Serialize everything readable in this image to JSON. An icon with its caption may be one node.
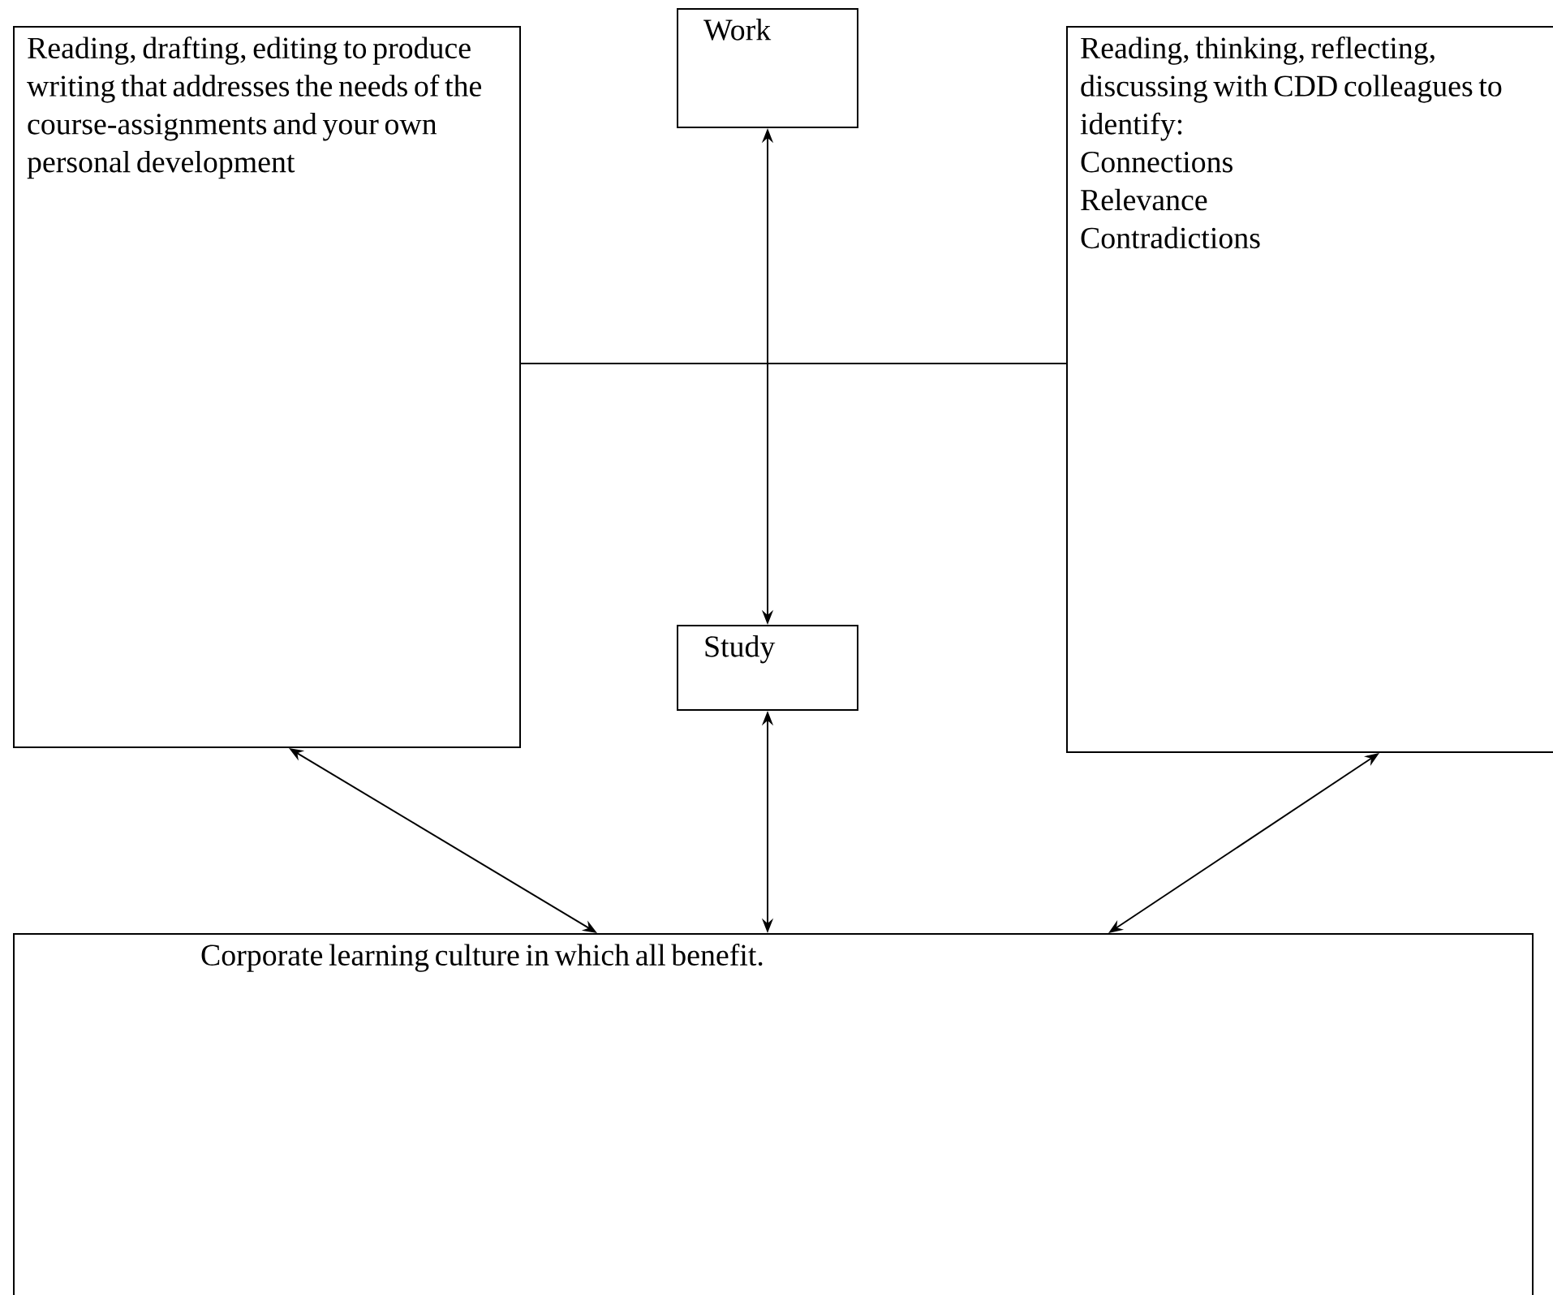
{
  "diagram": {
    "nodes": [
      {
        "text": [
          "Reading, drafting, editing to produce writing that addresses the needs of the course-assignments and your own personal development"
        ]
      },
      {
        "text": [
          "Work"
        ]
      },
      {
        "text": [
          "Reading, thinking, reflecting, discussing with CDD colleagues to identify:",
          "Connections",
          "Relevance",
          "Contradictions"
        ]
      },
      {
        "text": [
          "Study"
        ]
      },
      {
        "text": [
          "Corporate learning culture in which all benefit."
        ]
      }
    ],
    "edges": [
      {
        "from": 1,
        "to": 3,
        "arrow": "both"
      },
      {
        "from": 0,
        "to": 2,
        "arrow": "none"
      },
      {
        "from": 0,
        "to": 4,
        "arrow": "both"
      },
      {
        "from": 3,
        "to": 4,
        "arrow": "both"
      },
      {
        "from": 2,
        "to": 4,
        "arrow": "both"
      }
    ]
  }
}
